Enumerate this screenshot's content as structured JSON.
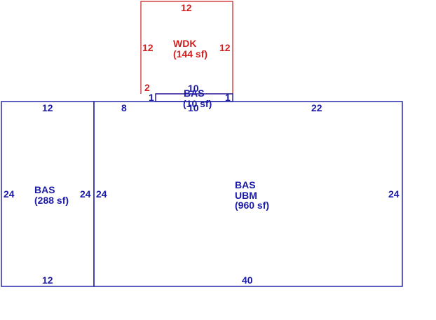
{
  "colors": {
    "bas": "#1a1aa6",
    "wdk": "#d11f1f"
  },
  "areas": {
    "wdk": {
      "code": "WDK",
      "area": "(144 sf)",
      "top": "12",
      "left": "12",
      "right": "12",
      "bottom_step": "2"
    },
    "bas_small": {
      "code": "BAS",
      "area": "(10 sf)",
      "top": "10",
      "bottom": "10",
      "left": "1",
      "right": "1"
    },
    "bas_left": {
      "code": "BAS",
      "area": "(288 sf)",
      "top": "12",
      "bottom": "12",
      "left": "24",
      "right": "24"
    },
    "bas_main": {
      "code": "BAS",
      "code2": "UBM",
      "area": "(960 sf)",
      "top_left": "8",
      "top_right": "22",
      "left": "24",
      "right": "24",
      "bottom": "40"
    }
  }
}
